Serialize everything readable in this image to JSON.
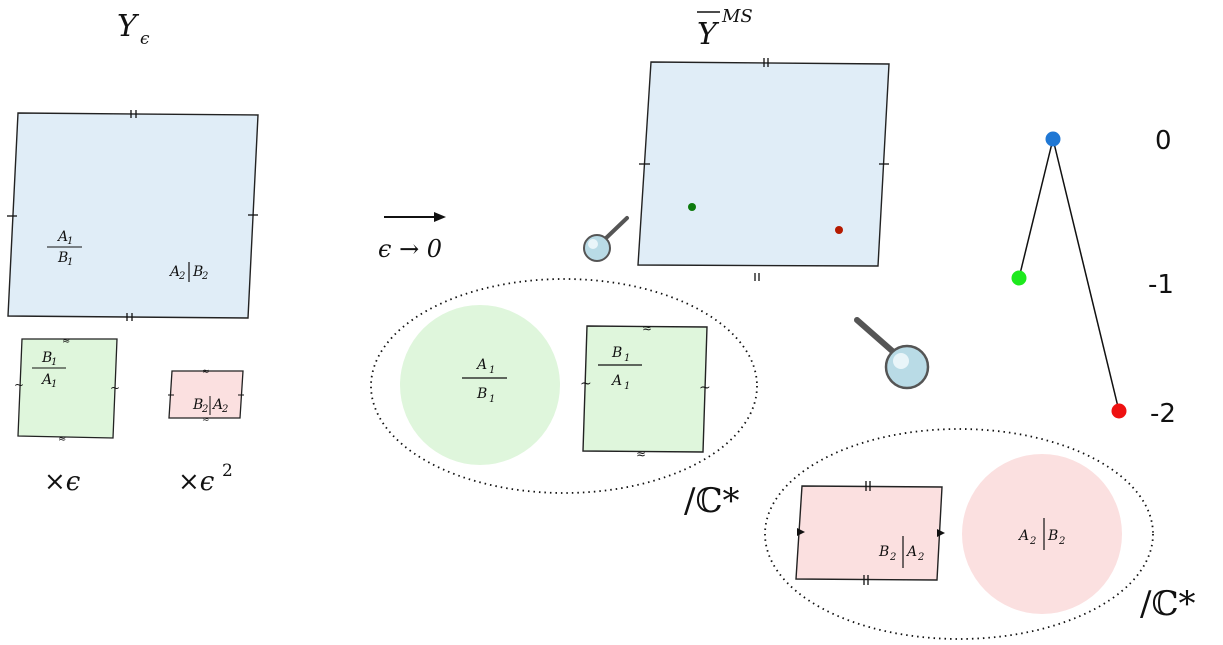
{
  "titles": {
    "left": "Y",
    "left_sub": "ϵ",
    "right": "Y",
    "right_sup": "MS"
  },
  "arrow": {
    "label": "ϵ → 0"
  },
  "scales": {
    "eps": "×ϵ",
    "eps2": "×ϵ",
    "eps2_sup": "2"
  },
  "quotients": {
    "upper": "/ℂ*",
    "lower": "/ℂ*"
  },
  "fractions": {
    "a1": "A",
    "a1_sub": "1",
    "b1": "B",
    "b1_sub": "1",
    "a2": "A",
    "a2_sub": "2",
    "b2": "B",
    "b2_sub": "2"
  },
  "tree": {
    "levels": [
      "0",
      "-1",
      "-2"
    ],
    "nodes": [
      {
        "id": "top",
        "level": 0,
        "color": "#1f77d4"
      },
      {
        "id": "green",
        "level": -1,
        "color": "#1de91d"
      },
      {
        "id": "red",
        "level": -2,
        "color": "#ee1111"
      }
    ],
    "edges": [
      [
        "top",
        "green"
      ],
      [
        "top",
        "red"
      ]
    ]
  },
  "colors": {
    "blue_fill": "#e0edf7",
    "green_fill": "#dff6dc",
    "red_fill": "#fbe0e0",
    "green_dot": "#0d7a0d",
    "red_dot": "#b51a00"
  }
}
